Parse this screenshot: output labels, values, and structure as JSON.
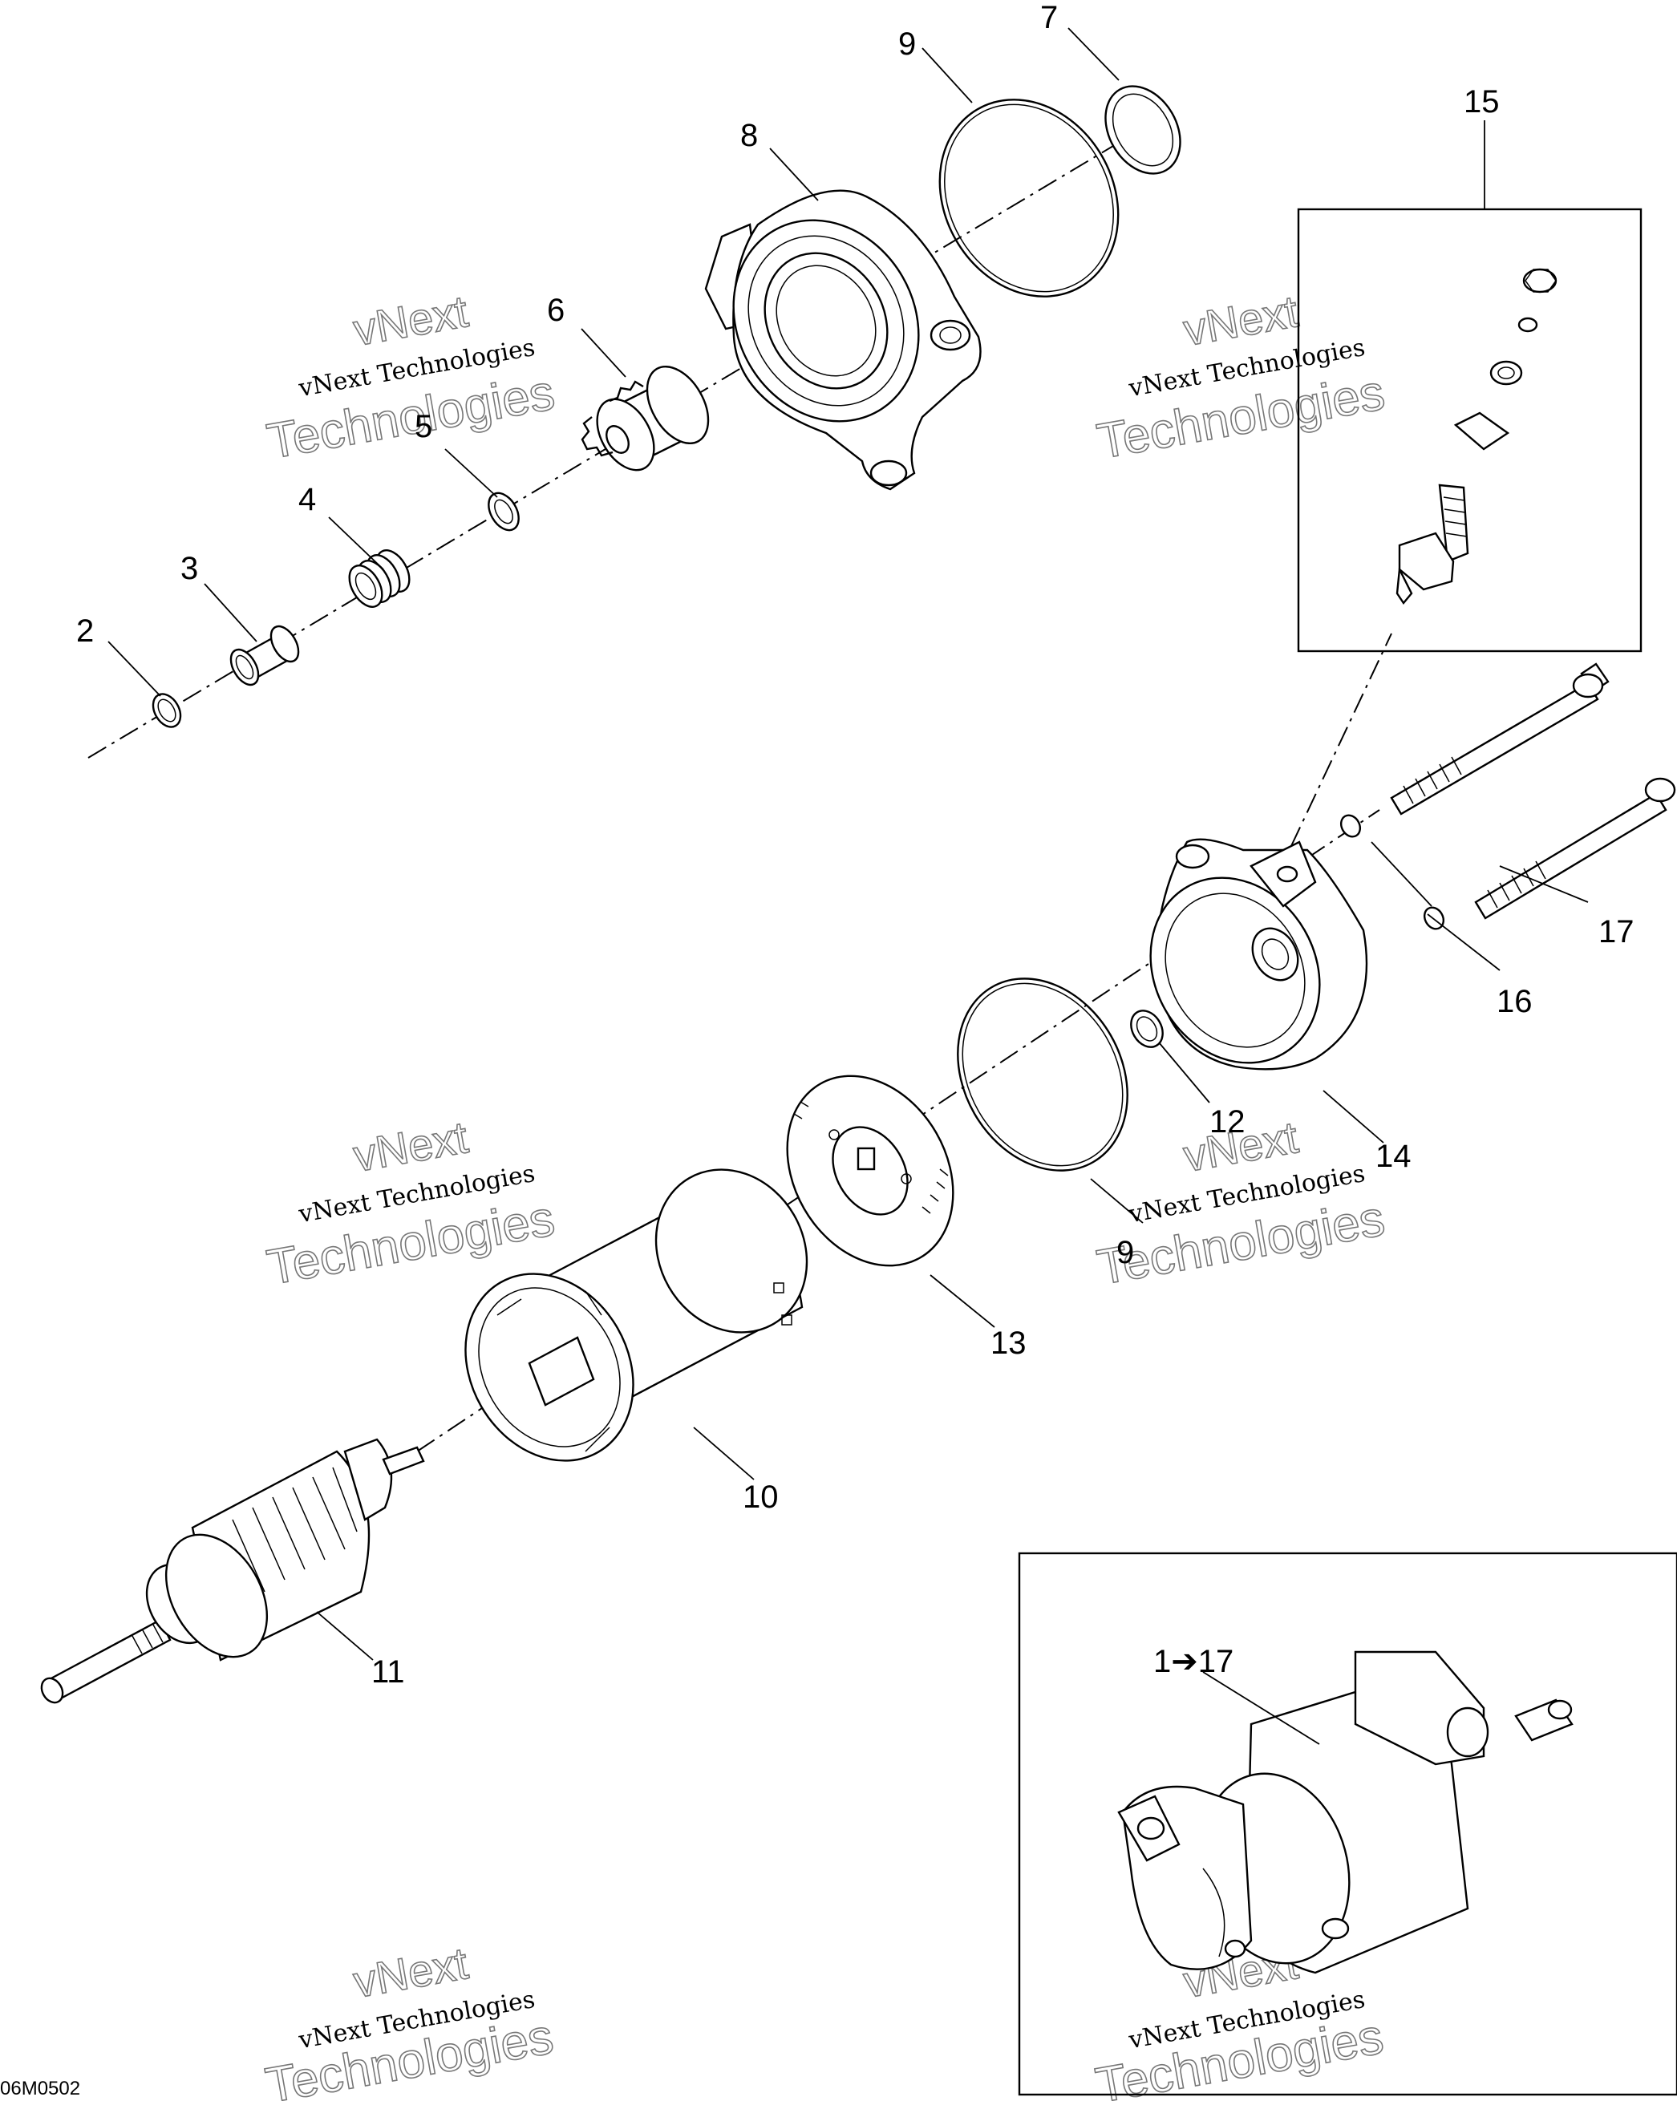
{
  "diagram": {
    "drawing_code": "06M0502",
    "assembled_label": "1➔17",
    "callouts": [
      {
        "id": "c2",
        "text": "2"
      },
      {
        "id": "c3",
        "text": "3"
      },
      {
        "id": "c4",
        "text": "4"
      },
      {
        "id": "c5",
        "text": "5"
      },
      {
        "id": "c6",
        "text": "6"
      },
      {
        "id": "c7",
        "text": "7"
      },
      {
        "id": "c8",
        "text": "8"
      },
      {
        "id": "c9a",
        "text": "9"
      },
      {
        "id": "c9b",
        "text": "9"
      },
      {
        "id": "c10",
        "text": "10"
      },
      {
        "id": "c11",
        "text": "11"
      },
      {
        "id": "c12",
        "text": "12"
      },
      {
        "id": "c13",
        "text": "13"
      },
      {
        "id": "c14",
        "text": "14"
      },
      {
        "id": "c15",
        "text": "15"
      },
      {
        "id": "c16",
        "text": "16"
      },
      {
        "id": "c17",
        "text": "17"
      }
    ],
    "watermark": {
      "line1": "vNext",
      "line2": "vNext Technologies",
      "line3": "Technologies"
    }
  }
}
